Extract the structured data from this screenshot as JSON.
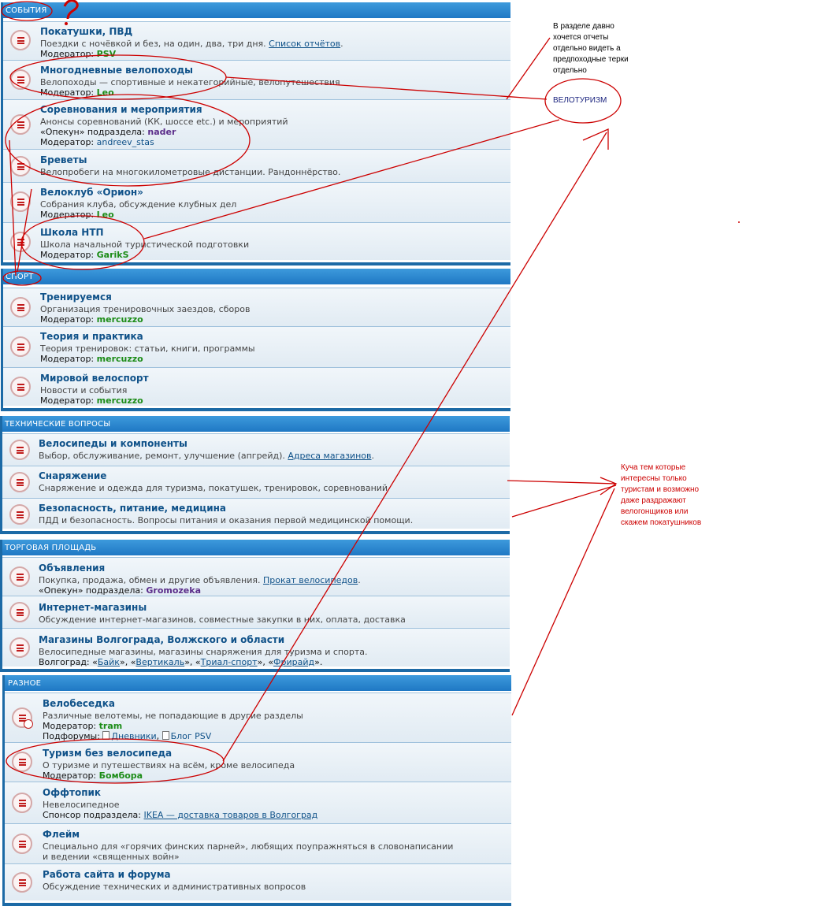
{
  "sections": [
    {
      "title": "События",
      "forums": [
        {
          "title": "Покатушки, ПВД",
          "desc": "Поездки с ночёвкой и без, на один, два, три дня. ",
          "desc_link": "Список отчётов",
          "desc_tail": ".",
          "mod_label": "Модератор: ",
          "mod": "PSV"
        },
        {
          "title": "Многодневные велопоходы",
          "desc": "Велопоходы — спортивные и некатегорийные, велопутешествия",
          "mod_label": "Модератор: ",
          "mod": "Leo"
        },
        {
          "title": "Соревнования и мероприятия",
          "desc": "Анонсы соревнований (КК, шоссе etc.) и мероприятий",
          "extra_label": "«Опекун» подраздела: ",
          "extra": "nader",
          "mod_label": "Модератор: ",
          "mod": "andreev_stas"
        },
        {
          "title": "Бреветы",
          "desc": "Велопробеги на многокилометровые дистанции. Рандоннёрство."
        },
        {
          "title": "Велоклуб «Орион»",
          "desc": "Собрания клуба, обсуждение клубных дел",
          "mod_label": "Модератор: ",
          "mod": "Leo"
        },
        {
          "title": "Школа НТП",
          "desc": "Школа начальной туристической подготовки",
          "mod_label": "Модератор: ",
          "mod": "GarikS"
        }
      ]
    },
    {
      "title": "Спорт",
      "forums": [
        {
          "title": "Тренируемся",
          "desc": "Организация тренировочных заездов, сборов",
          "mod_label": "Модератор: ",
          "mod": "mercuzzo"
        },
        {
          "title": "Теория и практика",
          "desc": "Теория тренировок: статьи, книги, программы",
          "mod_label": "Модератор: ",
          "mod": "mercuzzo"
        },
        {
          "title": "Мировой велоспорт",
          "desc": "Новости и события",
          "mod_label": "Модератор: ",
          "mod": "mercuzzo"
        }
      ]
    },
    {
      "title": "Технические вопросы",
      "forums": [
        {
          "title": "Велосипеды и компоненты",
          "desc": "Выбор, обслуживание, ремонт, улучшение (апгрейд). ",
          "desc_link": "Адреса магазинов",
          "desc_tail": "."
        },
        {
          "title": "Снаряжение",
          "desc": "Снаряжение и одежда для туризма, покатушек, тренировок, соревнований"
        },
        {
          "title": "Безопасность, питание, медицина",
          "desc": "ПДД и безопасность. Вопросы питания и оказания первой медицинской помощи."
        }
      ]
    },
    {
      "title": "Торговая площадь",
      "forums": [
        {
          "title": "Объявления",
          "desc": "Покупка, продажа, обмен и другие объявления. ",
          "desc_link": "Прокат велосипедов",
          "desc_tail": ".",
          "extra_label": "«Опекун» подраздела: ",
          "extra": "Gromozeka"
        },
        {
          "title": "Интернет-магазины",
          "desc": "Обсуждение интернет-магазинов, совместные закупки в них, оплата, доставка"
        },
        {
          "title": "Магазины Волгограда, Волжского и области",
          "desc": "Велосипедные магазины, магазины снаряжения для туризма и спорта.",
          "city_label": "Волгоград: ",
          "shops": [
            "Байк",
            "Вертикаль",
            "Триал-спорт",
            "Фрирайд"
          ]
        }
      ]
    },
    {
      "title": "Разное",
      "forums": [
        {
          "title": "Велобеседка",
          "desc": "Различные велотемы, не попадающие в другие разделы",
          "mod_label": "Модератор: ",
          "mod": "tram",
          "sub_label": "Подфорумы: ",
          "subforums": [
            "Дневники",
            "Блог PSV"
          ]
        },
        {
          "title": "Туризм без велосипеда",
          "desc": "О туризме и путешествиях на всём, кроме велосипеда",
          "mod_label": "Модератор: ",
          "mod": "Бомбора"
        },
        {
          "title": "Оффтопик",
          "desc": "Невелосипедное",
          "sponsor_label": "Спонсор подраздела: ",
          "sponsor": "IKEA — доставка товаров в Волгоград"
        },
        {
          "title": "Флейм",
          "desc": "Специально для «горячих финских парней», любящих поупражняться в словонаписании",
          "desc2": "и ведении «священных войн»"
        },
        {
          "title": "Работа сайта и форума",
          "desc": "Обсуждение технических и административных вопросов"
        }
      ]
    }
  ],
  "annotations": {
    "note1": [
      "В разделе  давно",
      "хочется  отчеты",
      "отдельно видеть а",
      "предпоходные  терки",
      "отдельно"
    ],
    "velo_label": "ВЕЛОТУРИЗМ",
    "note2": [
      "Куча тем которые",
      "интересны только",
      "туристам и  возможно",
      "даже  раздражают",
      "велогонщиков  или",
      "скажем    покатушников"
    ]
  },
  "colors": {
    "header": "#1f78c4",
    "title": "#105289",
    "moderator": "#1c8c17",
    "annotation": "#cc0000",
    "note_blue": "#1a237e"
  }
}
